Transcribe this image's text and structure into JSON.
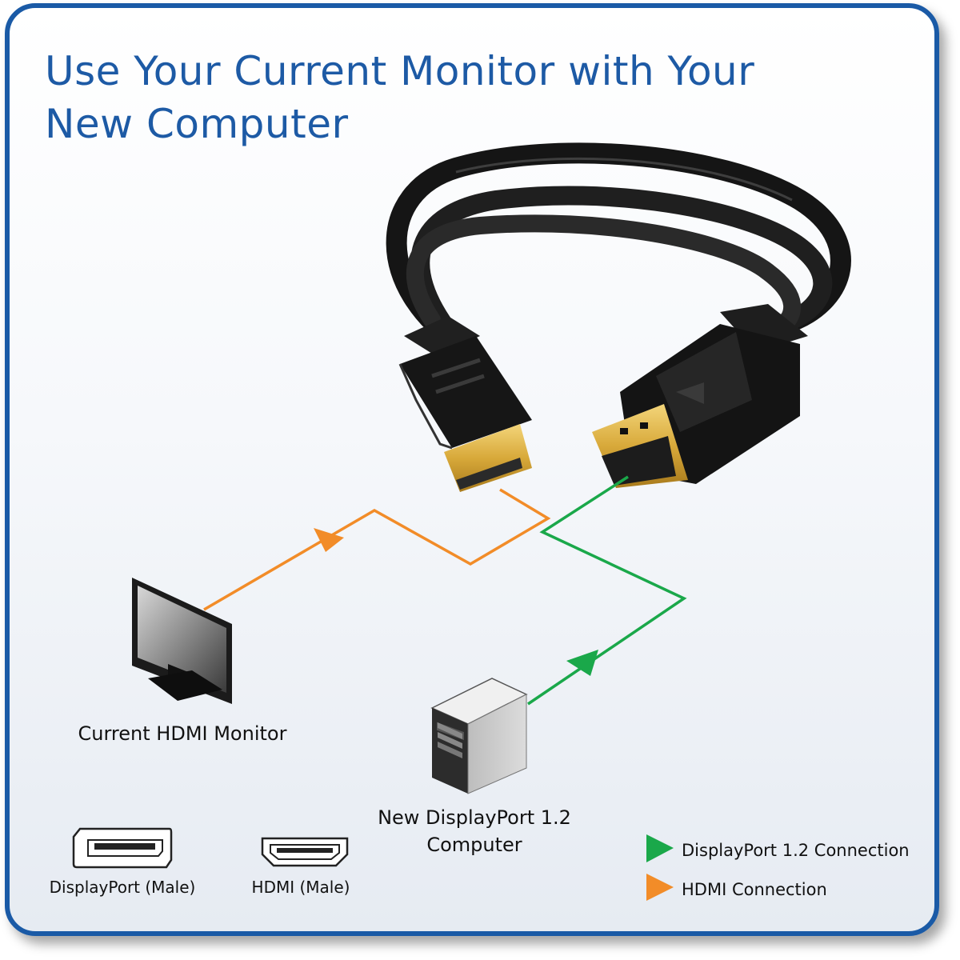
{
  "title": "Use Your Current Monitor with Your New Computer",
  "labels": {
    "monitor": "Current HDMI Monitor",
    "computer_line1": "New DisplayPort 1.2",
    "computer_line2": "Computer",
    "dp_connector": "DisplayPort (Male)",
    "hdmi_connector": "HDMI (Male)"
  },
  "legend": [
    {
      "label": "DisplayPort 1.2 Connection",
      "color": "#1aa84a"
    },
    {
      "label": "HDMI Connection",
      "color": "#f28c28"
    }
  ],
  "colors": {
    "frame": "#1a5aa6",
    "title": "#1d5aa5",
    "hdmi_line": "#f28c28",
    "dp_line": "#1aa84a",
    "cable": "#151515",
    "gold": "#d8a93a"
  },
  "icons": [
    "hdmi-cable-plug-icon",
    "displayport-cable-plug-icon",
    "monitor-icon",
    "computer-tower-icon",
    "displayport-port-icon",
    "hdmi-port-icon"
  ]
}
